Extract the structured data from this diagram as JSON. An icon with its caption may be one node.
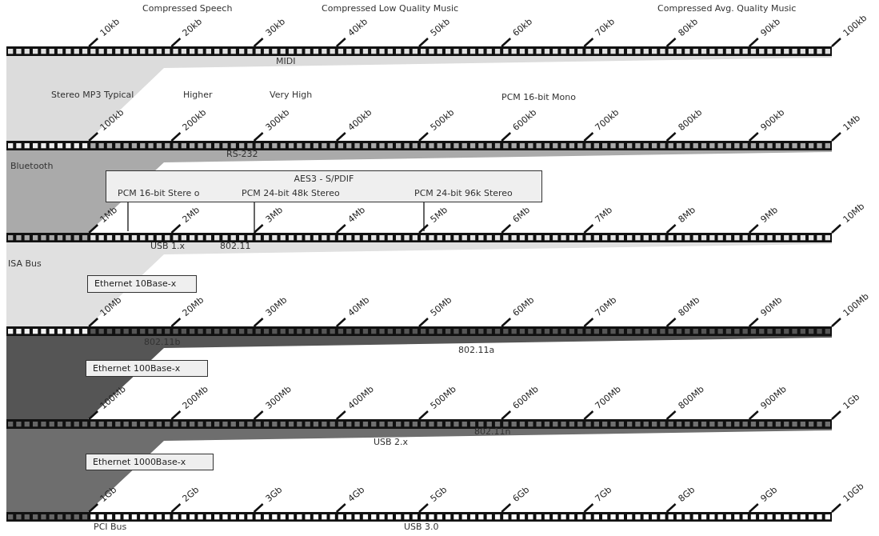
{
  "diagram": {
    "nodes": [
      {
        "text": [
          "AES3 - S/PDIF"
        ]
      },
      {
        "text": [
          "PCM 16-bit Stere o"
        ],
        "in": 0
      },
      {
        "text": [
          "PCM 24-bit 48k Stereo"
        ],
        "in": 0
      },
      {
        "text": [
          "PCM 24-bit 96k Stereo"
        ],
        "in": 0
      },
      {
        "text": [
          "Ethernet 10Base-x"
        ]
      },
      {
        "text": [
          "Ethernet 100Base-x"
        ]
      },
      {
        "text": [
          "Ethernet 1000Base-x"
        ]
      }
    ],
    "edges": [
      {
        "from": 1,
        "to": null,
        "arrow": "none"
      },
      {
        "from": 2,
        "to": null,
        "arrow": "none"
      },
      {
        "from": 3,
        "to": null,
        "arrow": "none"
      }
    ],
    "labels": [
      "Compressed Speech",
      "Compressed Low Quality Music",
      "Compressed Avg. Quality Music",
      "10kb",
      "20kb",
      "30kb",
      "40kb",
      "50kb",
      "60kb",
      "70kb",
      "80kb",
      "90kb",
      "100kb",
      "MIDI",
      "Stereo MP3 Typical",
      "Higher",
      "Very High",
      "PCM 16-bit Mono",
      "100kb",
      "200kb",
      "300kb",
      "400kb",
      "500kb",
      "600kb",
      "700kb",
      "800kb",
      "900kb",
      "1Mb",
      "RS-232",
      "Bluetooth",
      "1Mb",
      "2Mb",
      "3Mb",
      "4Mb",
      "5Mb",
      "6Mb",
      "7Mb",
      "8Mb",
      "9Mb",
      "10Mb",
      "USB 1.x",
      "802.11",
      "ISA Bus",
      "10Mb",
      "20Mb",
      "30Mb",
      "40Mb",
      "50Mb",
      "60Mb",
      "70Mb",
      "80Mb",
      "90Mb",
      "100Mb",
      "802.11b",
      "802.11a",
      "100Mb",
      "200Mb",
      "300Mb",
      "400Mb",
      "500Mb",
      "600Mb",
      "700Mb",
      "800Mb",
      "900Mb",
      "1Gb",
      "802.11n",
      "USB 2.x",
      "1Gb",
      "2Gb",
      "3Gb",
      "4Gb",
      "5Gb",
      "6Gb",
      "7Gb",
      "8Gb",
      "9Gb",
      "10Gb",
      "PCI Bus",
      "USB 3.0"
    ]
  }
}
